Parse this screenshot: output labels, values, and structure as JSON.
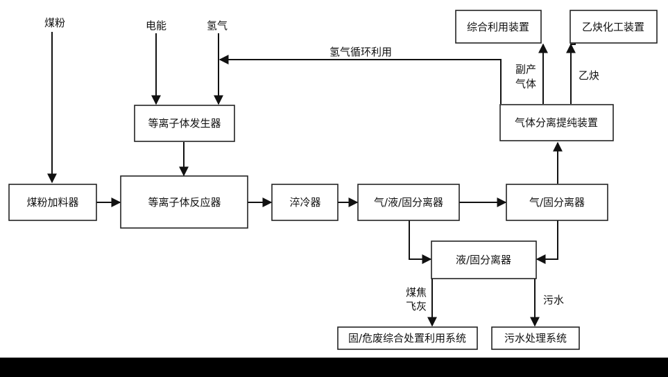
{
  "colors": {
    "background": "#ffffff",
    "stroke": "#111111",
    "bottom_bar": "#000000"
  },
  "inputs": {
    "coal_powder": "煤粉",
    "electricity": "电能",
    "hydrogen": "氢气"
  },
  "boxes": {
    "plasma_generator": "等离子体发生器",
    "coal_feeder": "煤粉加料器",
    "plasma_reactor": "等离子体反应器",
    "quencher": "淬冷器",
    "gls_separator": "气/液/固分离器",
    "gs_separator": "气/固分离器",
    "ls_separator": "液/固分离器",
    "gas_purifier": "气体分离提纯装置",
    "integrated_device": "综合利用装置",
    "acetylene_device": "乙炔化工装置",
    "solid_waste_system": "固/危废综合处置利用系统",
    "wastewater_system": "污水处理系统"
  },
  "labels": {
    "hydrogen_recycle": "氢气循环利用",
    "byproduct_line1": "副产",
    "byproduct_line2": "气体",
    "acetylene": "乙炔",
    "coke_line1": "煤焦",
    "coke_line2": "飞灰",
    "wastewater": "污水"
  }
}
